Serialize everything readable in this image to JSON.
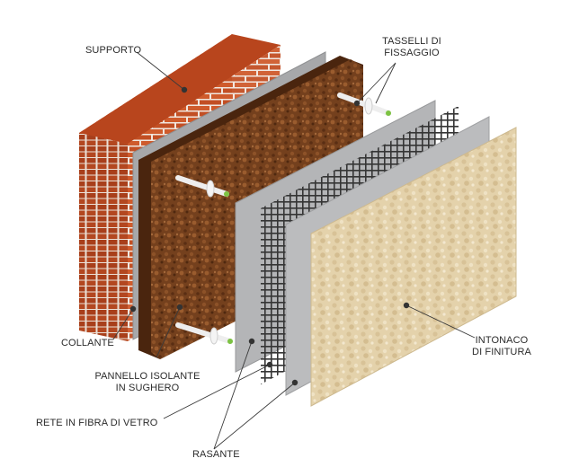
{
  "labels": {
    "supporto": "SUPPORTO",
    "tasselli_line1": "TASSELLI DI",
    "tasselli_line2": "FISSAGGIO",
    "collante": "COLLANTE",
    "pannello_line1": "PANNELLO ISOLANTE",
    "pannello_line2": "IN SUGHERO",
    "rete": "RETE IN FIBRA DI VETRO",
    "rasante": "RASANTE",
    "intonaco_line1": "INTONACO",
    "intonaco_line2": "DI FINITURA"
  },
  "colors": {
    "brick": "#c9562a",
    "mortar": "#f1e9e2",
    "adhesive": "#a9aaac",
    "cork": "#6e3a1a",
    "mesh": "#3b3b3b",
    "skim_coat": "#b9babc",
    "plaster": "#e3d0a8",
    "dowel_tip": "#7cc242"
  }
}
